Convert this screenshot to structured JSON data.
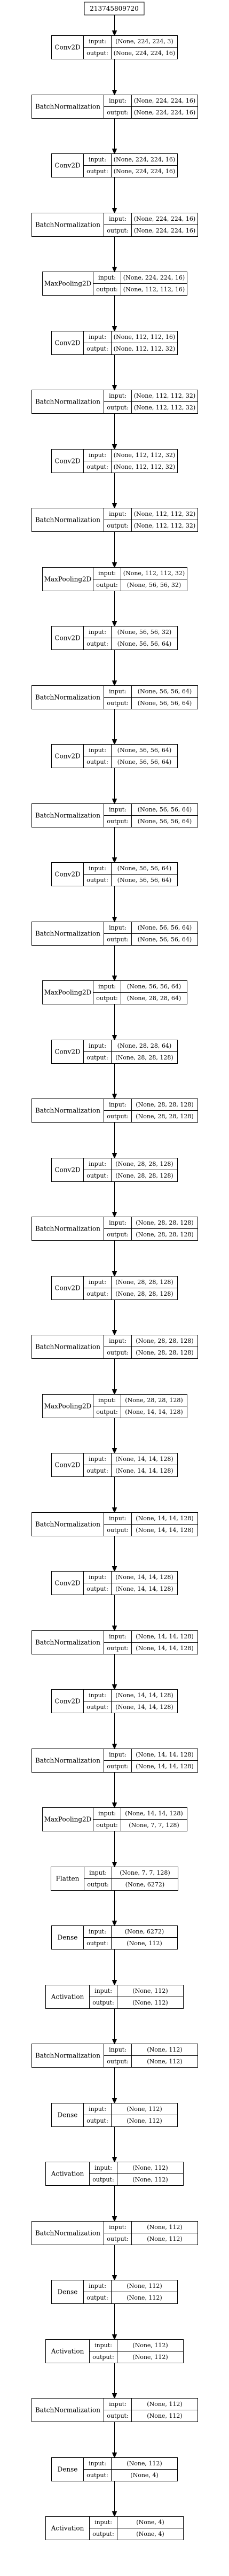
{
  "diagram": {
    "root": {
      "label": "213745809720"
    },
    "layers": [
      {
        "name": "Conv2D",
        "input": "(None, 224, 224, 3)",
        "output": "(None, 224, 224, 16)"
      },
      {
        "name": "BatchNormalization",
        "input": "(None, 224, 224, 16)",
        "output": "(None, 224, 224, 16)"
      },
      {
        "name": "Conv2D",
        "input": "(None, 224, 224, 16)",
        "output": "(None, 224, 224, 16)"
      },
      {
        "name": "BatchNormalization",
        "input": "(None, 224, 224, 16)",
        "output": "(None, 224, 224, 16)"
      },
      {
        "name": "MaxPooling2D",
        "input": "(None, 224, 224, 16)",
        "output": "(None, 112, 112, 16)"
      },
      {
        "name": "Conv2D",
        "input": "(None, 112, 112, 16)",
        "output": "(None, 112, 112, 32)"
      },
      {
        "name": "BatchNormalization",
        "input": "(None, 112, 112, 32)",
        "output": "(None, 112, 112, 32)"
      },
      {
        "name": "Conv2D",
        "input": "(None, 112, 112, 32)",
        "output": "(None, 112, 112, 32)"
      },
      {
        "name": "BatchNormalization",
        "input": "(None, 112, 112, 32)",
        "output": "(None, 112, 112, 32)"
      },
      {
        "name": "MaxPooling2D",
        "input": "(None, 112, 112, 32)",
        "output": "(None, 56, 56, 32)"
      },
      {
        "name": "Conv2D",
        "input": "(None, 56, 56, 32)",
        "output": "(None, 56, 56, 64)"
      },
      {
        "name": "BatchNormalization",
        "input": "(None, 56, 56, 64)",
        "output": "(None, 56, 56, 64)"
      },
      {
        "name": "Conv2D",
        "input": "(None, 56, 56, 64)",
        "output": "(None, 56, 56, 64)"
      },
      {
        "name": "BatchNormalization",
        "input": "(None, 56, 56, 64)",
        "output": "(None, 56, 56, 64)"
      },
      {
        "name": "Conv2D",
        "input": "(None, 56, 56, 64)",
        "output": "(None, 56, 56, 64)"
      },
      {
        "name": "BatchNormalization",
        "input": "(None, 56, 56, 64)",
        "output": "(None, 56, 56, 64)"
      },
      {
        "name": "MaxPooling2D",
        "input": "(None, 56, 56, 64)",
        "output": "(None, 28, 28, 64)"
      },
      {
        "name": "Conv2D",
        "input": "(None, 28, 28, 64)",
        "output": "(None, 28, 28, 128)"
      },
      {
        "name": "BatchNormalization",
        "input": "(None, 28, 28, 128)",
        "output": "(None, 28, 28, 128)"
      },
      {
        "name": "Conv2D",
        "input": "(None, 28, 28, 128)",
        "output": "(None, 28, 28, 128)"
      },
      {
        "name": "BatchNormalization",
        "input": "(None, 28, 28, 128)",
        "output": "(None, 28, 28, 128)"
      },
      {
        "name": "Conv2D",
        "input": "(None, 28, 28, 128)",
        "output": "(None, 28, 28, 128)"
      },
      {
        "name": "BatchNormalization",
        "input": "(None, 28, 28, 128)",
        "output": "(None, 28, 28, 128)"
      },
      {
        "name": "MaxPooling2D",
        "input": "(None, 28, 28, 128)",
        "output": "(None, 14, 14, 128)"
      },
      {
        "name": "Conv2D",
        "input": "(None, 14, 14, 128)",
        "output": "(None, 14, 14, 128)"
      },
      {
        "name": "BatchNormalization",
        "input": "(None, 14, 14, 128)",
        "output": "(None, 14, 14, 128)"
      },
      {
        "name": "Conv2D",
        "input": "(None, 14, 14, 128)",
        "output": "(None, 14, 14, 128)"
      },
      {
        "name": "BatchNormalization",
        "input": "(None, 14, 14, 128)",
        "output": "(None, 14, 14, 128)"
      },
      {
        "name": "Conv2D",
        "input": "(None, 14, 14, 128)",
        "output": "(None, 14, 14, 128)"
      },
      {
        "name": "BatchNormalization",
        "input": "(None, 14, 14, 128)",
        "output": "(None, 14, 14, 128)"
      },
      {
        "name": "MaxPooling2D",
        "input": "(None, 14, 14, 128)",
        "output": "(None, 7, 7, 128)"
      },
      {
        "name": "Flatten",
        "input": "(None, 7, 7, 128)",
        "output": "(None, 6272)"
      },
      {
        "name": "Dense",
        "input": "(None, 6272)",
        "output": "(None, 112)"
      },
      {
        "name": "Activation",
        "input": "(None, 112)",
        "output": "(None, 112)"
      },
      {
        "name": "BatchNormalization",
        "input": "(None, 112)",
        "output": "(None, 112)"
      },
      {
        "name": "Dense",
        "input": "(None, 112)",
        "output": "(None, 112)"
      },
      {
        "name": "Activation",
        "input": "(None, 112)",
        "output": "(None, 112)"
      },
      {
        "name": "BatchNormalization",
        "input": "(None, 112)",
        "output": "(None, 112)"
      },
      {
        "name": "Dense",
        "input": "(None, 112)",
        "output": "(None, 112)"
      },
      {
        "name": "Activation",
        "input": "(None, 112)",
        "output": "(None, 112)"
      },
      {
        "name": "BatchNormalization",
        "input": "(None, 112)",
        "output": "(None, 112)"
      },
      {
        "name": "Dense",
        "input": "(None, 112)",
        "output": "(None, 4)"
      },
      {
        "name": "Activation",
        "input": "(None, 4)",
        "output": "(None, 4)"
      }
    ],
    "port_labels": {
      "input": "input:",
      "output": "output:"
    }
  }
}
